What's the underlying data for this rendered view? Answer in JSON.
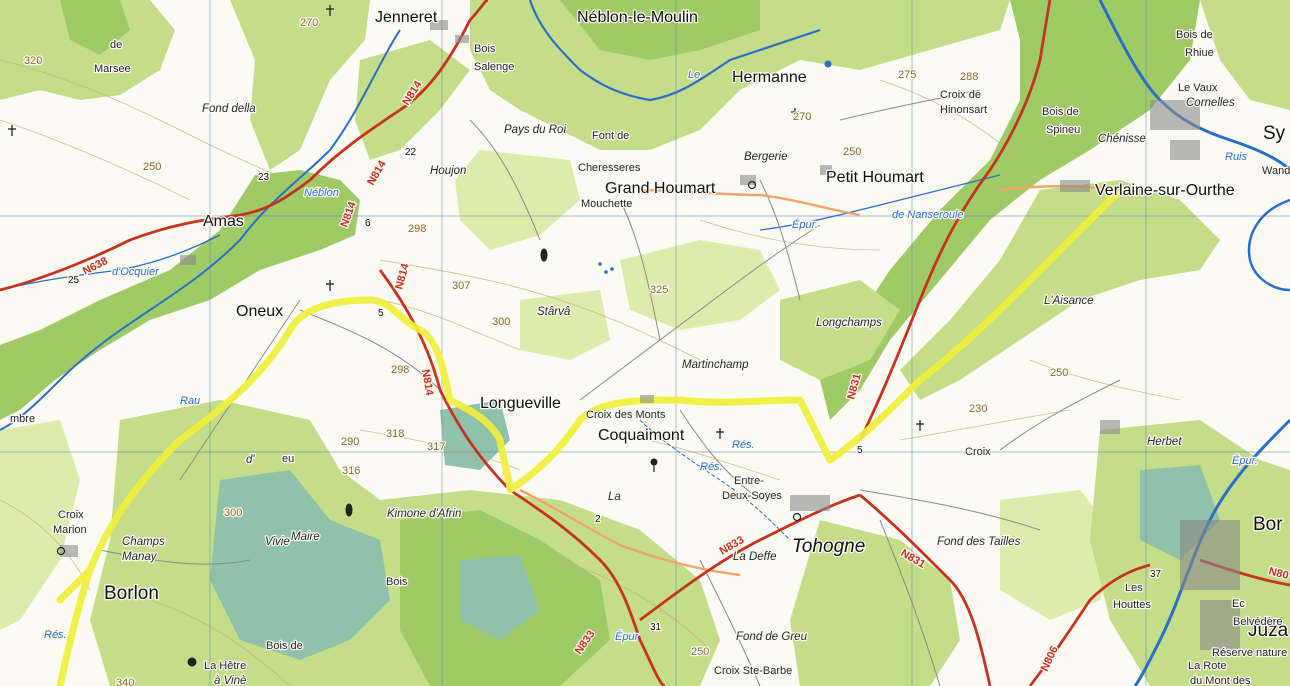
{
  "map": {
    "colors": {
      "paper": "#fbfbf4",
      "forest": "#c3dd88",
      "forest_light": "#dcecaa",
      "forest_dense": "#9fcb66",
      "meadow_teal": "#8fc2a8",
      "contour": "#c9b07a",
      "grid": "#5d7fb8",
      "river": "#2a6fc9",
      "road_main": "#c8321e",
      "road_secondary": "#f2a46a",
      "highlight_route": "#f2ee3a",
      "urban": "#8a8a8a"
    },
    "places": [
      {
        "id": "jenneret",
        "text": "Jenneret",
        "kind": "town"
      },
      {
        "id": "neblon",
        "text": "Néblon-le-Moulin",
        "kind": "town"
      },
      {
        "id": "hermanne",
        "text": "Hermanne",
        "kind": "town"
      },
      {
        "id": "grand-houmart",
        "text": "Grand Houmart",
        "kind": "town"
      },
      {
        "id": "petit-houmart",
        "text": "Petit Houmart",
        "kind": "town"
      },
      {
        "id": "amas",
        "text": "Amas",
        "kind": "town"
      },
      {
        "id": "oneux",
        "text": "Oneux",
        "kind": "town"
      },
      {
        "id": "longueville",
        "text": "Longueville",
        "kind": "town"
      },
      {
        "id": "coquaimont",
        "text": "Coquaimont",
        "kind": "town"
      },
      {
        "id": "verlaine",
        "text": "Verlaine-sur-Ourthe",
        "kind": "town"
      },
      {
        "id": "tohogne",
        "text": "Tohogne",
        "kind": "town-big"
      },
      {
        "id": "borlon",
        "text": "Borlon",
        "kind": "town-big"
      },
      {
        "id": "sy",
        "text": "Sy",
        "kind": "town"
      },
      {
        "id": "bor",
        "text": "Bor",
        "kind": "town"
      },
      {
        "id": "juza",
        "text": "Juza",
        "kind": "town"
      }
    ],
    "localities": [
      {
        "id": "de-marsee-1",
        "text": "de"
      },
      {
        "id": "de-marsee-2",
        "text": "Marsee"
      },
      {
        "id": "fond-della",
        "text": "Fond della",
        "italic": true
      },
      {
        "id": "pays-du-roi",
        "text": "Pays du Roi",
        "italic": true
      },
      {
        "id": "font-de",
        "text": "Font de"
      },
      {
        "id": "cheresseres",
        "text": "Cheresseres"
      },
      {
        "id": "bois-salenge-1",
        "text": "Bois"
      },
      {
        "id": "bois-salenge-2",
        "text": "Salenge"
      },
      {
        "id": "houjon",
        "text": "Houjon",
        "italic": true
      },
      {
        "id": "mouchette",
        "text": "Mouchette"
      },
      {
        "id": "bergerie",
        "text": "Bergerie",
        "italic": true
      },
      {
        "id": "croix-hinonsart-1",
        "text": "Croix de"
      },
      {
        "id": "croix-hinonsart-2",
        "text": "Hinonsart"
      },
      {
        "id": "bois-spineu-1",
        "text": "Bois de"
      },
      {
        "id": "bois-spineu-2",
        "text": "Spineu"
      },
      {
        "id": "chenisse",
        "text": "Chénisse",
        "italic": true
      },
      {
        "id": "bois-rhiue-1",
        "text": "Bois de"
      },
      {
        "id": "bois-rhiue-2",
        "text": "Rhiue"
      },
      {
        "id": "vaux-1",
        "text": "Le Vaux"
      },
      {
        "id": "vaux-2",
        "text": "Cornelles",
        "italic": true
      },
      {
        "id": "wande",
        "text": "Wande"
      },
      {
        "id": "starva",
        "text": "Stârvâ",
        "italic": true
      },
      {
        "id": "longchamps",
        "text": "Longchamps",
        "italic": true
      },
      {
        "id": "laisance",
        "text": "L'Aisance",
        "italic": true
      },
      {
        "id": "martinchamp",
        "text": "Martinchamp",
        "italic": true
      },
      {
        "id": "croix-des-monts",
        "text": "Croix des Monts"
      },
      {
        "id": "entre-deux-1",
        "text": "Entre-"
      },
      {
        "id": "entre-deux-2",
        "text": "Deux-Soyes"
      },
      {
        "id": "la",
        "text": "La",
        "italic": true
      },
      {
        "id": "croix",
        "text": "Croix"
      },
      {
        "id": "herbet",
        "text": "Herbet",
        "italic": true
      },
      {
        "id": "fond-des-tailles",
        "text": "Fond des Tailles",
        "italic": true
      },
      {
        "id": "la-deffe",
        "text": "La Deffe",
        "italic": true
      },
      {
        "id": "fond-de-greu",
        "text": "Fond de Greu",
        "italic": true
      },
      {
        "id": "croix-ste-barbe",
        "text": "Croix Ste-Barbe"
      },
      {
        "id": "kimone",
        "text": "Kimone d'Afrin",
        "italic": true
      },
      {
        "id": "vivie",
        "text": "Vivie",
        "italic": true
      },
      {
        "id": "maire",
        "text": "Maire",
        "italic": true
      },
      {
        "id": "d-eu",
        "text": "d'",
        "italic": true
      },
      {
        "id": "eu",
        "text": "eu"
      },
      {
        "id": "bois-1",
        "text": "Bois"
      },
      {
        "id": "bois-de-2",
        "text": "Bois de"
      },
      {
        "id": "croix-marion-1",
        "text": "Croix"
      },
      {
        "id": "croix-marion-2",
        "text": "Marion"
      },
      {
        "id": "champs-manay-1",
        "text": "Champs",
        "italic": true
      },
      {
        "id": "champs-manay-2",
        "text": "Manay",
        "italic": true
      },
      {
        "id": "hetre-1",
        "text": "La Hêtre"
      },
      {
        "id": "hetre-2",
        "text": "à Vinè",
        "italic": true
      },
      {
        "id": "houttes-1",
        "text": "Les"
      },
      {
        "id": "houttes-2",
        "text": "Houttes"
      },
      {
        "id": "belvedere",
        "text": "Belvédère"
      },
      {
        "id": "reserve",
        "text": "Réserve nature"
      },
      {
        "id": "la-rote",
        "text": "La Rote"
      },
      {
        "id": "mont-des",
        "text": "du Mont des"
      },
      {
        "id": "mbre",
        "text": "mbre"
      },
      {
        "id": "ec",
        "text": "Ec"
      }
    ],
    "water": [
      {
        "id": "river-le",
        "text": "Le"
      },
      {
        "id": "neblon-river",
        "text": "Néblon"
      },
      {
        "id": "ocquier",
        "text": "d'Ocquier"
      },
      {
        "id": "nanseroule",
        "text": "de Nanseroule"
      },
      {
        "id": "epur-1",
        "text": "Épur."
      },
      {
        "id": "epur-2",
        "text": "Épur."
      },
      {
        "id": "epur-3",
        "text": "Épur"
      },
      {
        "id": "res-1",
        "text": "Rés."
      },
      {
        "id": "res-2",
        "text": "Rés."
      },
      {
        "id": "res-3",
        "text": "Rés."
      },
      {
        "id": "rau",
        "text": "Rau"
      },
      {
        "id": "ruis",
        "text": "Ruis"
      }
    ],
    "roads": [
      {
        "id": "n638",
        "text": "N638"
      },
      {
        "id": "n814-a",
        "text": "N814"
      },
      {
        "id": "n814-b",
        "text": "N814"
      },
      {
        "id": "n814-c",
        "text": "N814"
      },
      {
        "id": "n814-d",
        "text": "N814"
      },
      {
        "id": "n814-e",
        "text": "N814"
      },
      {
        "id": "n833-a",
        "text": "N833"
      },
      {
        "id": "n833-b",
        "text": "N833"
      },
      {
        "id": "n831-a",
        "text": "N831"
      },
      {
        "id": "n831-b",
        "text": "N831"
      },
      {
        "id": "n806",
        "text": "N806"
      },
      {
        "id": "n80",
        "text": "N80"
      }
    ],
    "elevations": [
      {
        "id": "e270",
        "text": "270"
      },
      {
        "id": "e275",
        "text": "275"
      },
      {
        "id": "e288",
        "text": "288"
      },
      {
        "id": "e250-a",
        "text": "250"
      },
      {
        "id": "e250-b",
        "text": "250"
      },
      {
        "id": "e250-c",
        "text": "250"
      },
      {
        "id": "e250-d",
        "text": "250"
      },
      {
        "id": "e270-b",
        "text": "270"
      },
      {
        "id": "e298-a",
        "text": "298"
      },
      {
        "id": "e298-b",
        "text": "298"
      },
      {
        "id": "e307",
        "text": "307"
      },
      {
        "id": "e300",
        "text": "300"
      },
      {
        "id": "e320",
        "text": "320"
      },
      {
        "id": "e318",
        "text": "318"
      },
      {
        "id": "e317",
        "text": "317"
      },
      {
        "id": "e316",
        "text": "316"
      },
      {
        "id": "e290",
        "text": "290"
      },
      {
        "id": "e300-b",
        "text": "300"
      },
      {
        "id": "e325",
        "text": "325"
      },
      {
        "id": "e340",
        "text": "340"
      },
      {
        "id": "e230",
        "text": "230"
      }
    ],
    "km_markers": [
      {
        "id": "km25",
        "text": "25"
      },
      {
        "id": "km23",
        "text": "23"
      },
      {
        "id": "km22",
        "text": "22"
      },
      {
        "id": "km6",
        "text": "6"
      },
      {
        "id": "km5-a",
        "text": "5"
      },
      {
        "id": "km5-b",
        "text": "5"
      },
      {
        "id": "km2",
        "text": "2"
      },
      {
        "id": "km31",
        "text": "31"
      },
      {
        "id": "km37",
        "text": "37"
      }
    ],
    "icons": {
      "church": "cross-icon",
      "chapel": "chapel-icon",
      "reservoir": "water-tower-icon",
      "tree": "remarkable-tree-icon"
    }
  }
}
